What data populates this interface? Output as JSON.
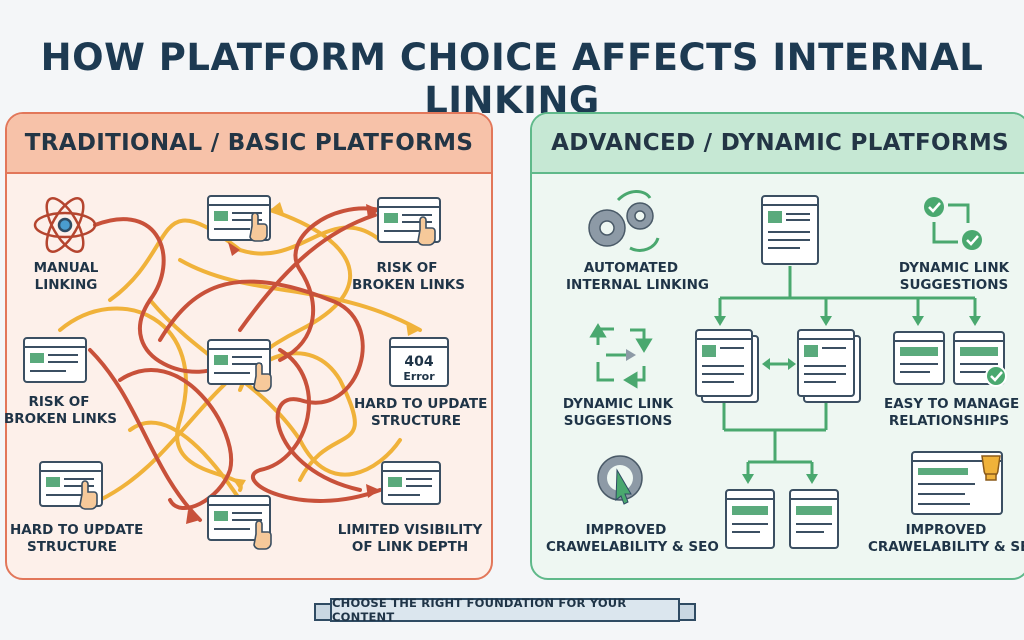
{
  "title": "HOW PLATFORM CHOICE AFFECTS INTERNAL LINKING",
  "left_panel": {
    "header": "TRADITIONAL / BASIC PLATFORMS",
    "labels": {
      "manual": [
        "MANUAL",
        "LINKING"
      ],
      "risk_top": [
        "RISK OF",
        "BROKEN LINKS"
      ],
      "risk_left": [
        "RISK OF",
        "BROKEN LINKS"
      ],
      "hard_right": [
        "HARD TO UPDATE",
        "STRUCTURE"
      ],
      "hard_left": [
        "HARD TO UPDATE",
        "STRUCTURE"
      ],
      "limited": [
        "LIMITED VISIBILITY",
        "OF LINK DEPTH"
      ]
    },
    "error_code": "404",
    "error_text": "Error"
  },
  "right_panel": {
    "header": "ADVANCED / DYNAMIC PLATFORMS",
    "labels": {
      "automated": [
        "AUTOMATED",
        "INTERNAL LINKING"
      ],
      "dyn_top": [
        "DYNAMIC LINK",
        "SUGGESTIONS"
      ],
      "dyn_left": [
        "DYNAMIC LINK",
        "SUGGESTIONS"
      ],
      "easy": [
        "EASY TO MANAGE",
        "RELATIONSHIPS"
      ],
      "improved_left": [
        "IMPROVED",
        "CRAWELABILITY & SEO"
      ],
      "improved_right": [
        "IMPROVED",
        "CRAWELABILITY & SEO"
      ]
    }
  },
  "banner": "CHOOSE THE RIGHT FOUNDATION FOR YOUR CONTENT",
  "colors": {
    "orange_line": "#f0b23a",
    "red_line": "#c8513a",
    "green_line": "#4aa86f",
    "page_frame": "#3b4f62",
    "page_fill": "#ffffff",
    "page_accent": "#5aaa7c"
  }
}
